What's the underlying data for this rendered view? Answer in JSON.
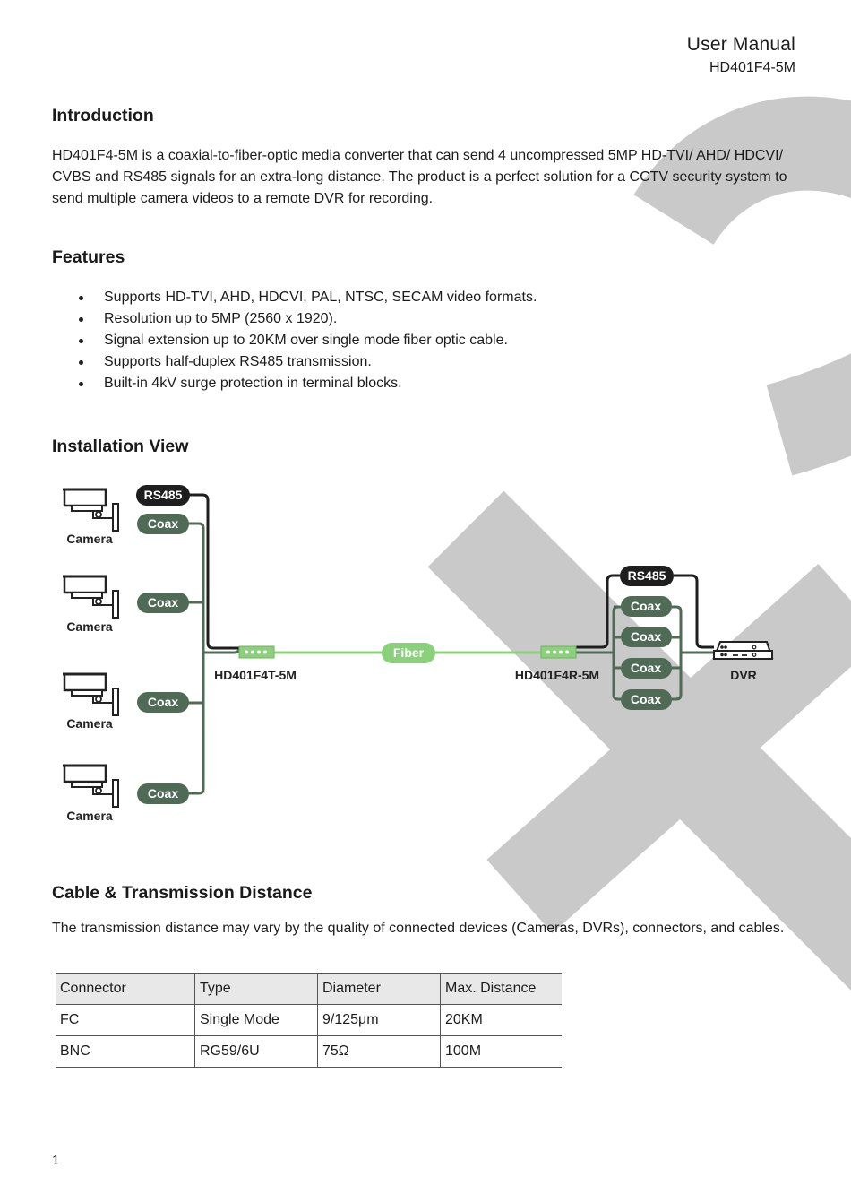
{
  "header": {
    "title": "User  Manual",
    "model": "HD401F4-5M"
  },
  "introduction": {
    "heading": "Introduction",
    "text": "HD401F4-5M is a coaxial-to-fiber-optic media converter that can send 4 uncompressed 5MP HD-TVI/ AHD/ HDCVI/ CVBS and RS485 signals for an extra-long distance. The product is a perfect solution for a CCTV security system to send multiple camera videos to a remote DVR for recording."
  },
  "features": {
    "heading": "Features",
    "items": [
      "Supports HD-TVI, AHD, HDCVI, PAL, NTSC, SECAM video formats.",
      "Resolution up to 5MP (2560 x 1920).",
      "Signal extension up to 20KM over single mode fiber optic cable.",
      "Supports half-duplex RS485 transmission.",
      "Built-in 4kV surge protection in terminal blocks."
    ]
  },
  "installation": {
    "heading": "Installation View",
    "camera_label": "Camera",
    "rs485_label": "RS485",
    "coax_label": "Coax",
    "fiber_label": "Fiber",
    "transmitter_label": "HD401F4T-5M",
    "receiver_label": "HD401F4R-5M",
    "dvr_label": "DVR"
  },
  "cable": {
    "heading": "Cable & Transmission Distance",
    "text": "The transmission distance may vary by the quality of connected devices (Cameras, DVRs), connectors, and cables.",
    "table": {
      "headers": [
        "Connector",
        "Type",
        "Diameter",
        "Max. Distance"
      ],
      "rows": [
        [
          "FC",
          "Single Mode",
          "9/125μm",
          "20KM"
        ],
        [
          "BNC",
          "RG59/6U",
          "75Ω",
          "100M"
        ]
      ]
    }
  },
  "page_number": "1",
  "colors": {
    "watermark": "#c9c9c9",
    "coax": "#4f6b56",
    "rs485": "#1e1e1e",
    "fiber": "#8bd07a",
    "device_green": "#8bd07a"
  }
}
